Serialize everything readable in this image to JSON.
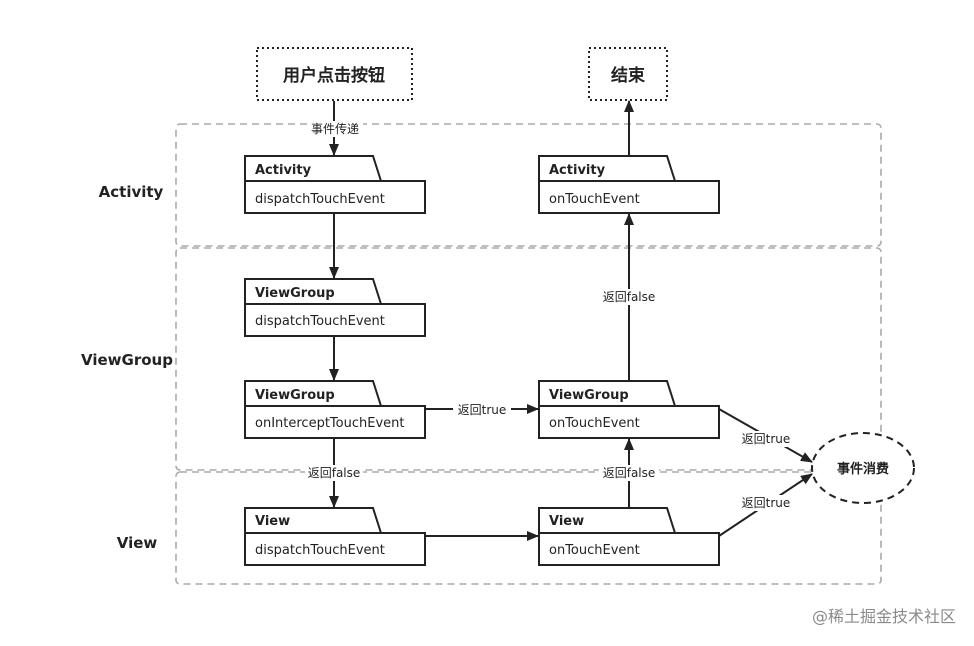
{
  "lanes": [
    {
      "id": "activity",
      "label": "Activity"
    },
    {
      "id": "viewgroup",
      "label": "ViewGroup"
    },
    {
      "id": "view",
      "label": "View"
    }
  ],
  "terminals": {
    "start": "用户点击按钮",
    "end": "结束",
    "consume": "事件消费"
  },
  "boxes": {
    "act_dispatch": {
      "tab": "Activity",
      "method": "dispatchTouchEvent"
    },
    "act_touch": {
      "tab": "Activity",
      "method": "onTouchEvent"
    },
    "vg_dispatch": {
      "tab": "ViewGroup",
      "method": "dispatchTouchEvent"
    },
    "vg_intercept": {
      "tab": "ViewGroup",
      "method": "onInterceptTouchEvent"
    },
    "vg_touch": {
      "tab": "ViewGroup",
      "method": "onTouchEvent"
    },
    "view_dispatch": {
      "tab": "View",
      "method": "dispatchTouchEvent"
    },
    "view_touch": {
      "tab": "View",
      "method": "onTouchEvent"
    }
  },
  "edges": {
    "e_start": "事件传递",
    "e_intercept_true": "返回true",
    "e_intercept_false": "返回false",
    "e_view_false": "返回false",
    "e_vg_false": "返回false",
    "e_vg_true": "返回true",
    "e_view_true": "返回true"
  },
  "watermark": "@稀土掘金技术社区",
  "colors": {
    "line": "#222222",
    "dash": "#aaaaaa",
    "watermark": "#8a8a8a"
  }
}
